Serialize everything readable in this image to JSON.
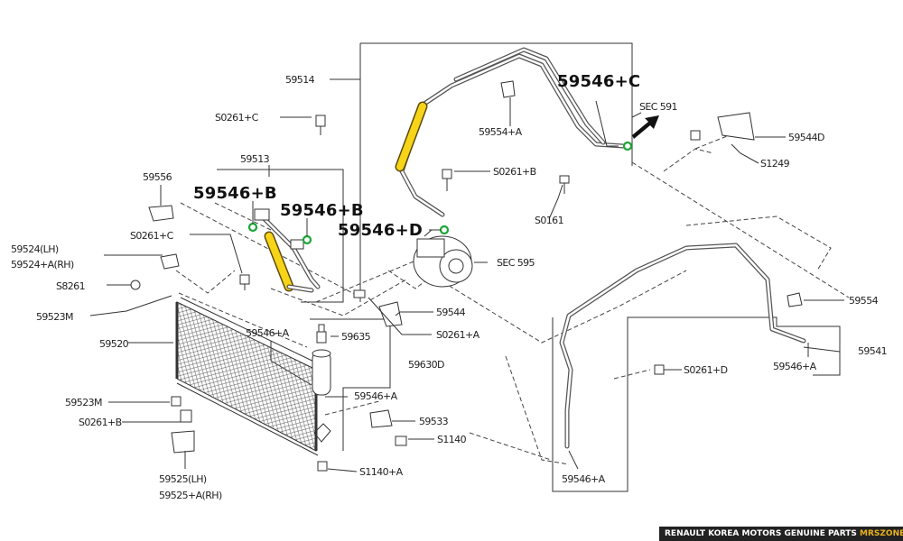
{
  "labels": {
    "p59514": "59514",
    "p59513": "59513",
    "p59556": "59556",
    "s0261c_top": "S0261+C",
    "s0261c_left": "S0261+C",
    "p59524lh": "59524(LH)",
    "p59524rh": "59524+A(RH)",
    "s8261": "S8261",
    "p59523m_top": "59523M",
    "p59520": "59520",
    "p59546a_center": "59546+A",
    "p59635": "59635",
    "p59630d": "59630D",
    "p59546a_mid": "59546+A",
    "p59523m_bot": "59523M",
    "s0261b_left": "S0261+B",
    "p59533": "59533",
    "s1140": "S1140",
    "s1140a": "S1140+A",
    "p59525lh": "59525(LH)",
    "p59525rh": "59525+A(RH)",
    "p59554a": "59554+A",
    "s0261b_mid": "S0261+B",
    "s0161": "S0161",
    "sec591": "SEC 591",
    "sec595": "SEC 595",
    "p59544": "59544",
    "s0261a": "S0261+A",
    "p59544d": "59544D",
    "s1249": "S1249",
    "p59554": "59554",
    "p59541": "59541",
    "p59546a_right": "59546+A",
    "s0261d": "S0261+D",
    "p59546a_bottom": "59546+A"
  },
  "callouts": {
    "c": "59546+C",
    "b1": "59546+B",
    "b2": "59546+B",
    "d": "59546+D"
  },
  "footer": {
    "text": "RENAULT KOREA MOTORS GENUINE PARTS",
    "brand": "MRSZONE"
  },
  "colors": {
    "hose_highlight": "#f7d417",
    "oring": "#1aa535",
    "footer_bg": "#222222",
    "footer_brand": "#e8b21a"
  }
}
